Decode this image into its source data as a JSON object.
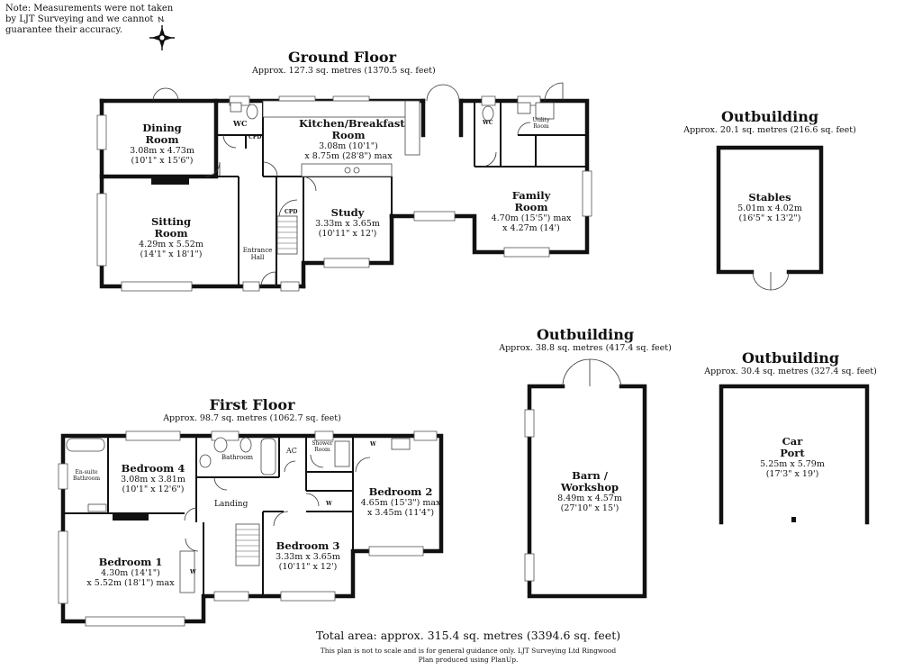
{
  "note": "Note: Measurements were not taken by LJT Surveying and we cannot guarantee their accuracy.",
  "compass": {
    "label": "N",
    "icon": "compass-icon"
  },
  "ground_floor": {
    "title": "Ground Floor",
    "area": "Approx. 127.3 sq. metres (1370.5 sq. feet)",
    "rooms": {
      "dining": {
        "name": "Dining Room",
        "metric": "3.08m x 4.73m",
        "imperial": "(10'1\" x 15'6\")"
      },
      "wc": {
        "name": "WC"
      },
      "cpd1": {
        "name": "CPD"
      },
      "kitchen": {
        "name": "Kitchen/Breakfast Room",
        "metric": "3.08m (10'1\")",
        "imperial": "x 8.75m (28'8\") max"
      },
      "wc2": {
        "name": "WC"
      },
      "utility": {
        "name": "Utility Room"
      },
      "sitting": {
        "name": "Sitting Room",
        "metric": "4.29m x 5.52m",
        "imperial": "(14'1\" x 18'1\")"
      },
      "cpd2": {
        "name": "CPD"
      },
      "hall": {
        "name": "Entrance Hall"
      },
      "study": {
        "name": "Study",
        "metric": "3.33m x 3.65m",
        "imperial": "(10'11\" x 12')"
      },
      "family": {
        "name": "Family Room",
        "metric": "4.70m (15'5\") max",
        "imperial": "x 4.27m (14')"
      }
    }
  },
  "outbuilding_stables": {
    "title": "Outbuilding",
    "area": "Approx. 20.1 sq. metres (216.6 sq. feet)",
    "room": {
      "name": "Stables",
      "metric": "5.01m x 4.02m",
      "imperial": "(16'5\" x 13'2\")"
    }
  },
  "first_floor": {
    "title": "First Floor",
    "area": "Approx. 98.7 sq. metres (1062.7 sq. feet)",
    "rooms": {
      "ensuite": {
        "name": "En-suite Bathroom"
      },
      "bed4": {
        "name": "Bedroom 4",
        "metric": "3.08m x 3.81m",
        "imperial": "(10'1\" x 12'6\")"
      },
      "bathroom": {
        "name": "Bathroom"
      },
      "ac": {
        "name": "AC"
      },
      "shower": {
        "name": "Shower Room"
      },
      "w_top": {
        "name": "W"
      },
      "bed2": {
        "name": "Bedroom 2",
        "metric": "4.65m (15'3\") max",
        "imperial": "x 3.45m (11'4\")"
      },
      "landing": {
        "name": "Landing"
      },
      "w_mid": {
        "name": "W"
      },
      "bed1": {
        "name": "Bedroom 1",
        "metric": "4.30m (14'1\")",
        "imperial": "x 5.52m (18'1\") max"
      },
      "w_bed1": {
        "name": "W"
      },
      "bed3": {
        "name": "Bedroom 3",
        "metric": "3.33m x 3.65m",
        "imperial": "(10'11\" x 12')"
      }
    }
  },
  "outbuilding_barn": {
    "title": "Outbuilding",
    "area": "Approx. 38.8 sq. metres (417.4 sq. feet)",
    "room": {
      "name": "Barn / Workshop",
      "metric": "8.49m x 4.57m",
      "imperial": "(27'10\" x 15')"
    }
  },
  "outbuilding_carport": {
    "title": "Outbuilding",
    "area": "Approx. 30.4 sq. metres (327.4 sq. feet)",
    "room": {
      "name": "Car Port",
      "metric": "5.25m x 5.79m",
      "imperial": "(17'3\" x 19')"
    }
  },
  "total_area": "Total area: approx. 315.4 sq. metres (3394.6 sq. feet)",
  "footer": {
    "line1": "This plan is not to scale and is for general guidance only. LJT Surveying Ltd Ringwood",
    "line2": "Plan produced using PlanUp."
  }
}
